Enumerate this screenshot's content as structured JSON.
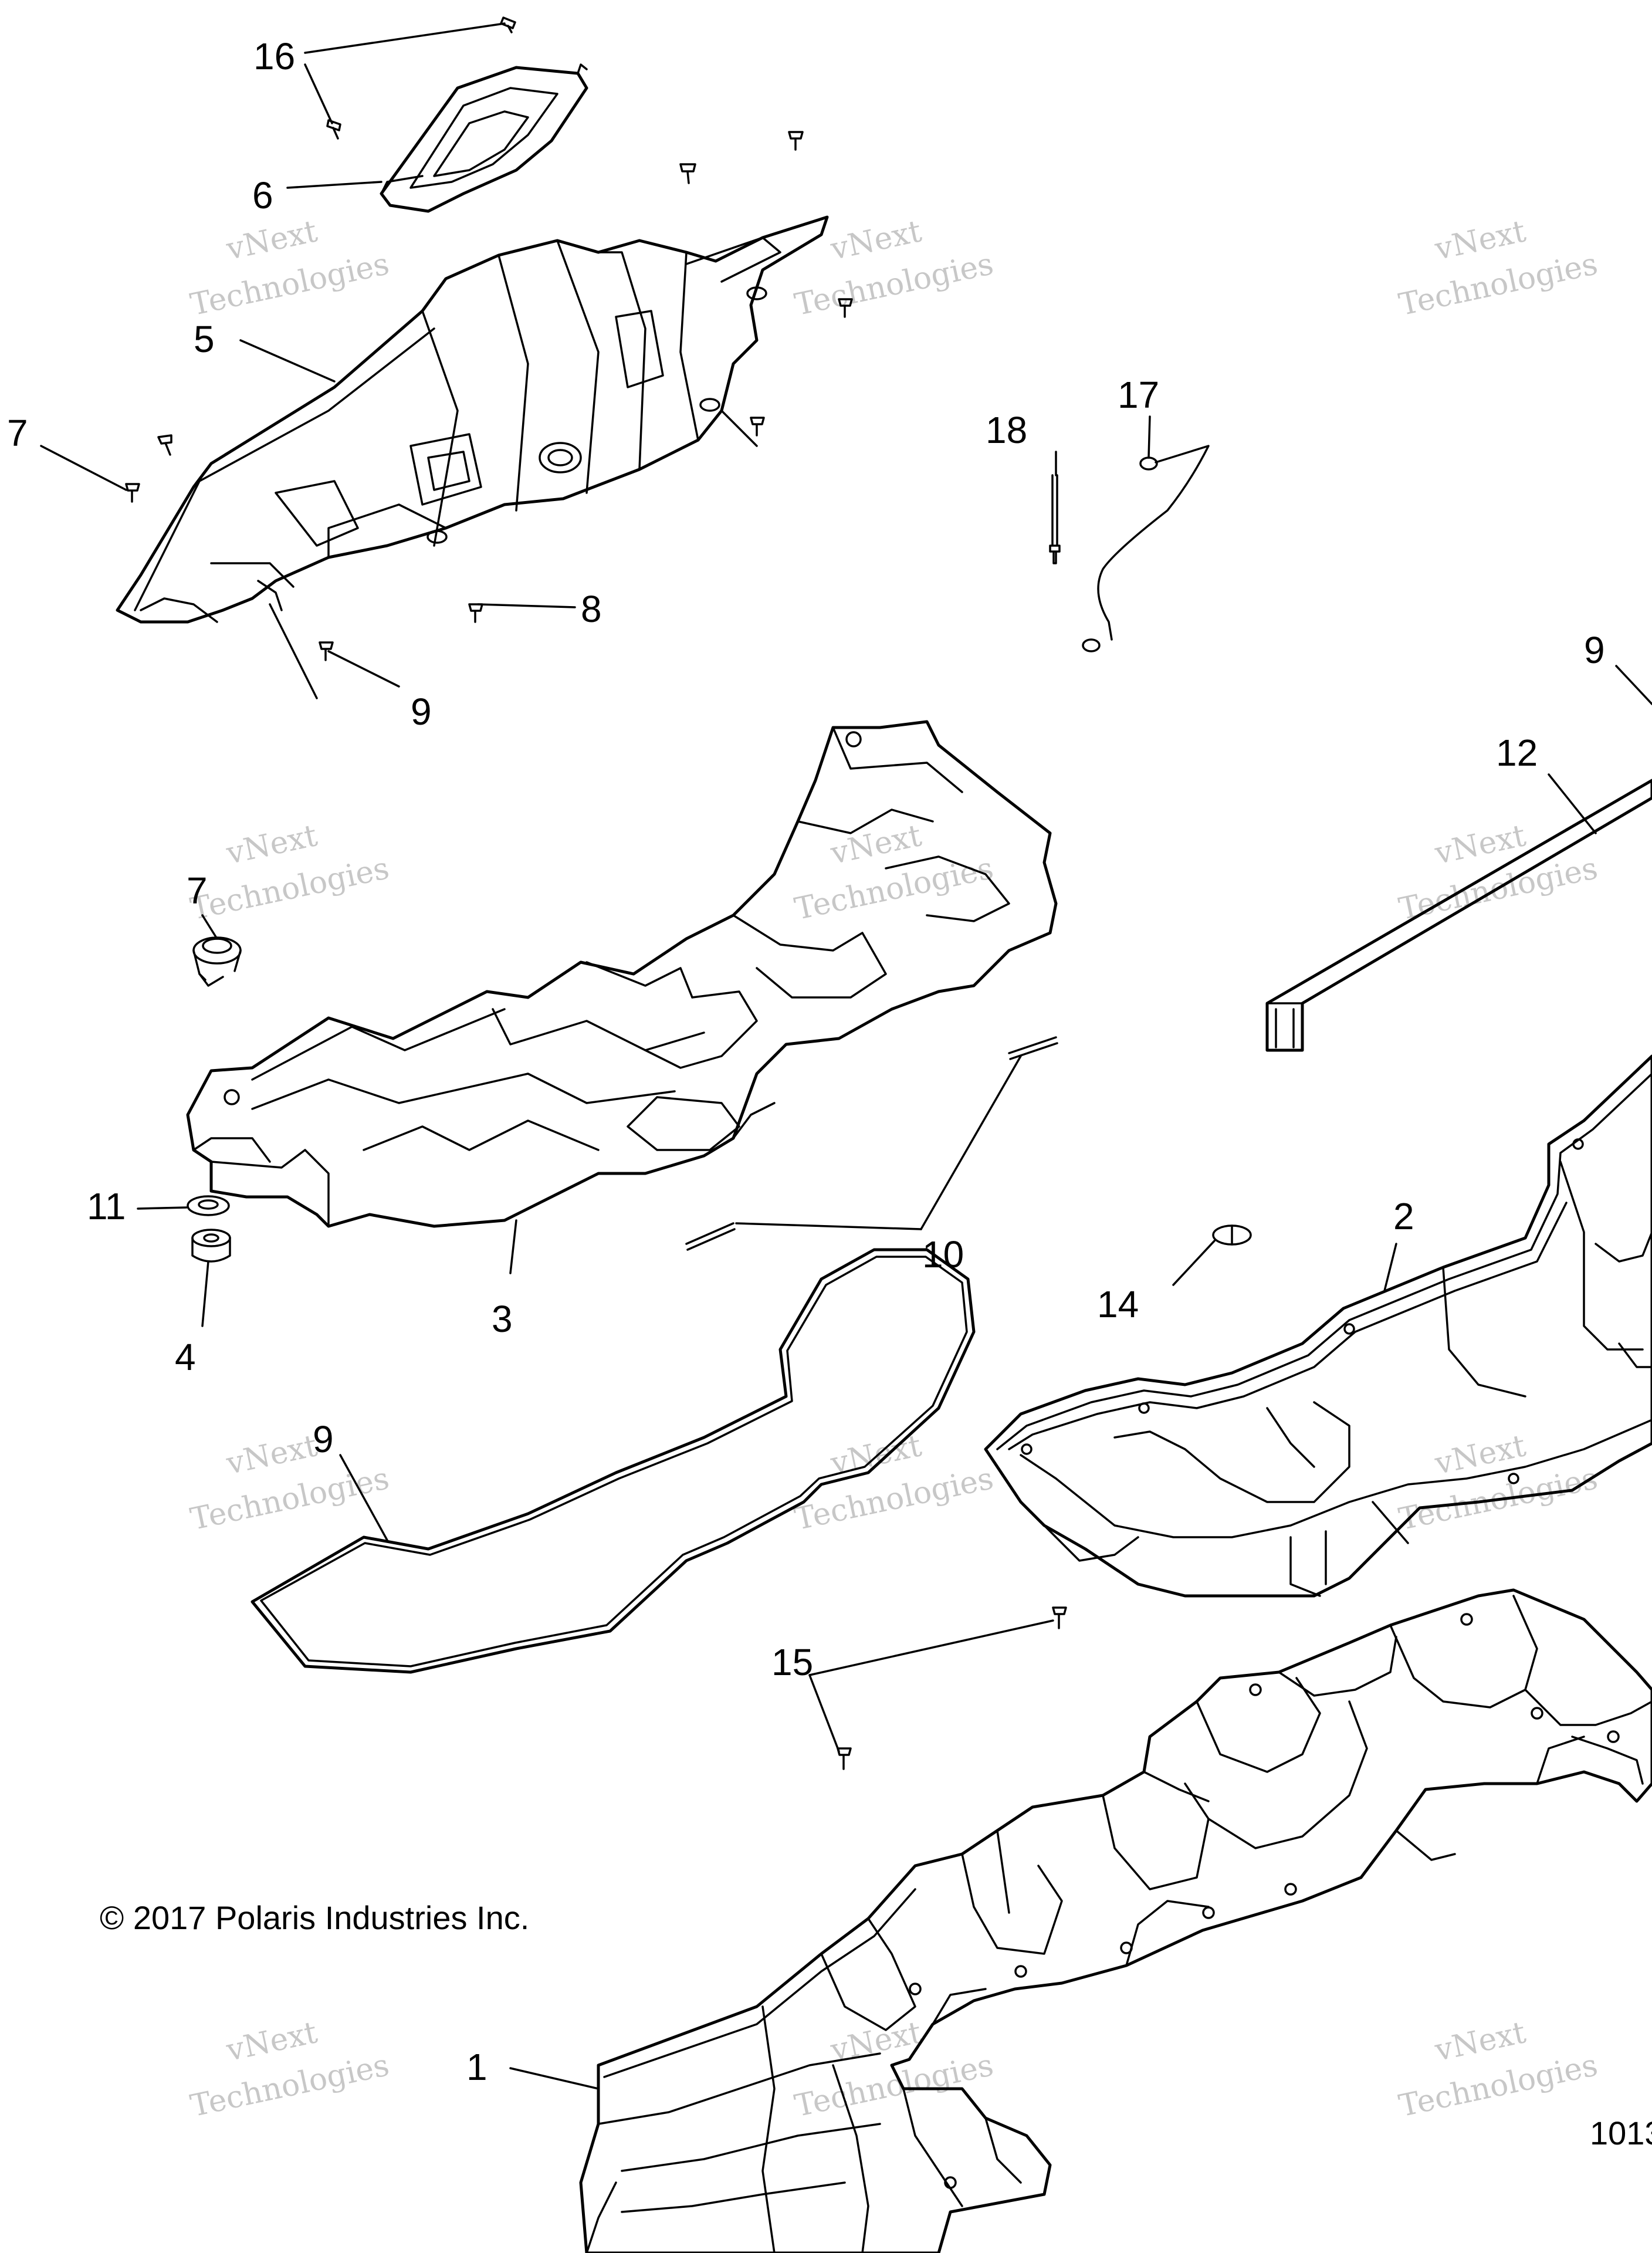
{
  "callouts": [
    "1",
    "2",
    "3",
    "4",
    "5",
    "6",
    "7",
    "7",
    "8",
    "9",
    "9",
    "9",
    "10",
    "11",
    "12",
    "14",
    "15",
    "16",
    "17",
    "18"
  ],
  "copyright": "© 2017 Polaris Industries Inc.",
  "figure_number": "1013",
  "watermark": {
    "line1": "vNext",
    "line2": "Technologies"
  }
}
